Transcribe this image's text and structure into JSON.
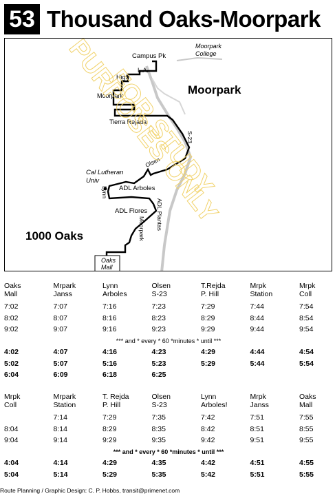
{
  "header": {
    "route_number": "53",
    "title": "Thousand Oaks-Moorpark"
  },
  "map": {
    "labels": {
      "campus_pk": "Campus Pk",
      "moorpark_college_line1": "Moorpark",
      "moorpark_college_line2": "College",
      "la": "L.A.",
      "high": "High",
      "moorpark_street": "Moorpark",
      "moorpark_city": "Moorpark",
      "tierra_rejada": "Tierra Rejada",
      "s23": "S-23",
      "olsen": "Olsen",
      "cal_lutheran_line1": "Cal Lutheran",
      "cal_lutheran_line2": "Univ",
      "adl_arboles": "ADL Arboles",
      "lynn": "Lynn",
      "adl_plantas": "ADL Plantas",
      "adl_flores": "ADL Flores",
      "moorpark_rd": "Moorpark",
      "city_1000_oaks": "1000 Oaks",
      "oaks_mall_line1": "Oaks",
      "oaks_mall_line2": "Mall",
      "watermark_line1": "FOR STUDY",
      "watermark_line2": "PURPOSES ONLY"
    }
  },
  "schedule1": {
    "headers": [
      [
        "Oaks",
        "Mall"
      ],
      [
        "Mrpark",
        "Janss"
      ],
      [
        "Lynn",
        "Arboles"
      ],
      [
        "Olsen",
        "S-23"
      ],
      [
        "T.Rejda",
        "P. Hill"
      ],
      [
        "Mrpk",
        "Station"
      ],
      [
        "Mrpk",
        "Coll"
      ]
    ],
    "rows_top": [
      [
        "7:02",
        "7:07",
        "7:16",
        "7:23",
        "7:29",
        "7:44",
        "7:54"
      ],
      [
        "8:02",
        "8:07",
        "8:16",
        "8:23",
        "8:29",
        "8:44",
        "8:54"
      ],
      [
        "9:02",
        "9:07",
        "9:16",
        "9:23",
        "9:29",
        "9:44",
        "9:54"
      ]
    ],
    "note": "*** and * every * 60 *minutes * until ***",
    "rows_bottom": [
      [
        "4:02",
        "4:07",
        "4:16",
        "4:23",
        "4:29",
        "4:44",
        "4:54"
      ],
      [
        "5:02",
        "5:07",
        "5:16",
        "5:23",
        "5:29",
        "5:44",
        "5:54"
      ],
      [
        "6:04",
        "6:09",
        "6:18",
        "6:25",
        "",
        "",
        ""
      ]
    ]
  },
  "schedule2": {
    "headers": [
      [
        "Mrpk",
        "Coll"
      ],
      [
        "Mrpark",
        "Station"
      ],
      [
        "T. Rejda",
        "P. Hill"
      ],
      [
        "Olsen",
        "S-23"
      ],
      [
        "Lynn",
        "Arboles!"
      ],
      [
        "Mrpk",
        "Janss"
      ],
      [
        "Oaks",
        "Mall"
      ]
    ],
    "rows_top": [
      [
        "",
        "7:14",
        "7:29",
        "7:35",
        "7:42",
        "7:51",
        "7:55"
      ],
      [
        "8:04",
        "8:14",
        "8:29",
        "8:35",
        "8:42",
        "8:51",
        "8:55"
      ],
      [
        "9:04",
        "9:14",
        "9:29",
        "9:35",
        "9:42",
        "9:51",
        "9:55"
      ]
    ],
    "note": "*** and * every * 60 *minutes * until ***",
    "rows_bottom": [
      [
        "4:04",
        "4:14",
        "4:29",
        "4:35",
        "4:42",
        "4:51",
        "4:55"
      ],
      [
        "5:04",
        "5:14",
        "5:29",
        "5:35",
        "5:42",
        "5:51",
        "5:55"
      ]
    ]
  },
  "footer": {
    "credit": "Route Planning / Graphic Design: C. P. Hobbs, transit@primenet.com"
  }
}
